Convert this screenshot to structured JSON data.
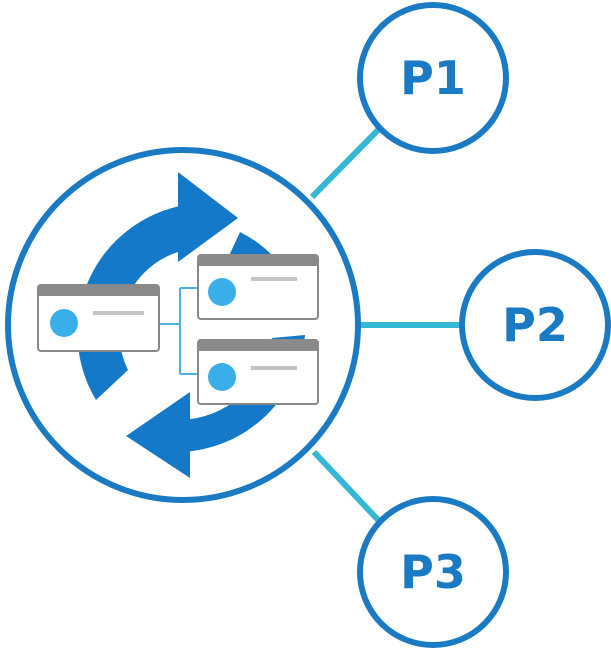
{
  "diagram": {
    "nodes": [
      {
        "id": "p1",
        "label": "P1"
      },
      {
        "id": "p2",
        "label": "P2"
      },
      {
        "id": "p3",
        "label": "P3"
      }
    ],
    "hub": {
      "icons": [
        "cycle-arrows-icon",
        "profile-card-icon",
        "profile-card-icon",
        "profile-card-icon"
      ]
    }
  },
  "colors": {
    "primary": "#1a7bc4",
    "arrow": "#1479c9",
    "connector": "#35b8d4",
    "card_border": "#888888",
    "card_header": "#8a8a8a",
    "card_fill": "#ffffff",
    "avatar": "#3aaee8",
    "card_line": "#c4c4c4",
    "card_tree": "#4ab1e0"
  }
}
